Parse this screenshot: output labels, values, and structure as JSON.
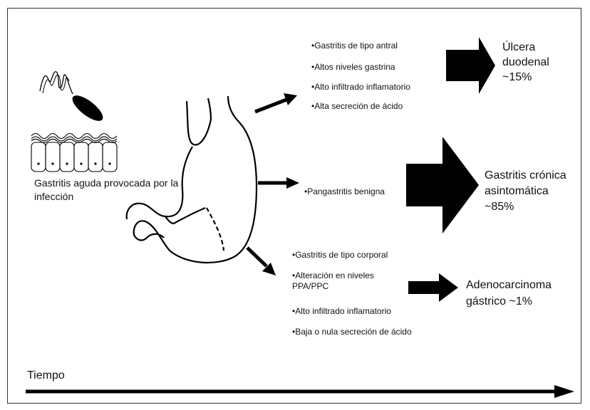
{
  "infection_caption": "Gastritis aguda provocada por la infección",
  "branches": [
    {
      "bullets": [
        "•Gastritis de tipo antral",
        "•Altos niveles gastrina",
        "•Alto infiltrado inflamatorio",
        "•Alta secreción de ácido"
      ],
      "outcome_lines": [
        "Úlcera",
        "duodenal",
        "~15%"
      ]
    },
    {
      "bullets": [
        "•Pangastritis benigna"
      ],
      "outcome_lines": [
        "Gastritis crónica",
        "asintomática",
        "~85%"
      ]
    },
    {
      "bullets": [
        "•Gastritis de tipo corporal",
        "•Alteración en niveles PPA/PPC",
        "•Alto infiltrado inflamatorio",
        "•Baja o nula secreción de ácido"
      ],
      "outcome_lines": [
        "Adenocarcinoma",
        "gástrico ~1%"
      ]
    }
  ],
  "timeline_label": "Tiempo",
  "colors": {
    "ink": "#000000",
    "frame": "#333333",
    "background": "#ffffff"
  }
}
